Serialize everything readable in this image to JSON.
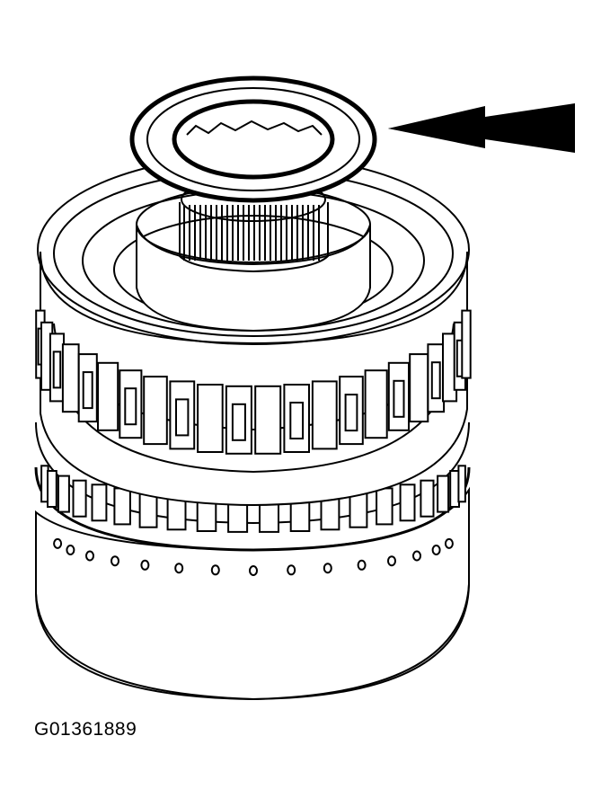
{
  "figure": {
    "id_label": "G01361889",
    "component": "clutch-drum-assembly",
    "callout": "arrow-pointing-to-thrust-washer",
    "colors": {
      "line": "#000000",
      "background": "#ffffff"
    }
  }
}
